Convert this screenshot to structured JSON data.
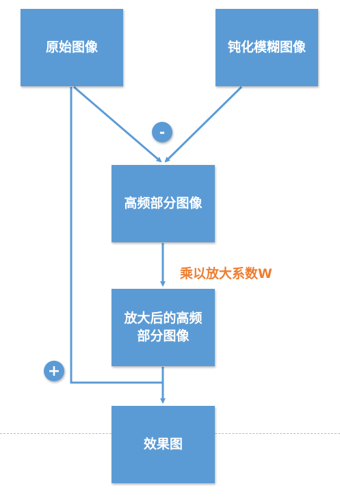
{
  "nodes": {
    "original": "原始图像",
    "blurred": "钝化模糊图像",
    "high_freq": "高频部分图像",
    "amplified_line1": "放大后的高频",
    "amplified_line2": "部分图像",
    "result": "效果图"
  },
  "operators": {
    "minus": "-",
    "plus": "+"
  },
  "edge_label": "乘以放大系数W",
  "colors": {
    "box": "#5b9bd5",
    "arrow": "#5b9bd5",
    "label": "#ed7d31",
    "divider": "#b8b8b8"
  }
}
